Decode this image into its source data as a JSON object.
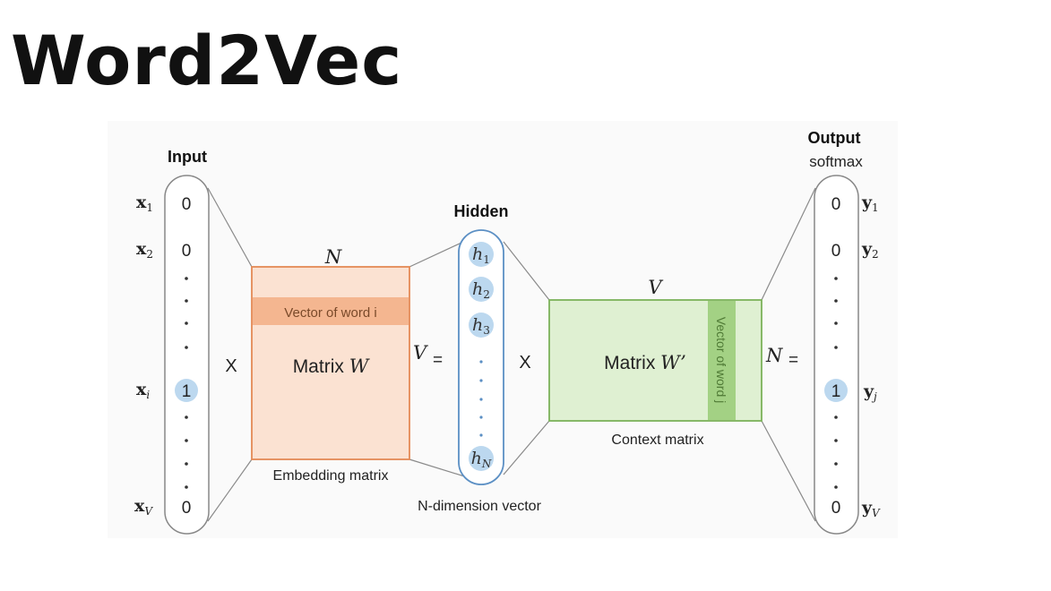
{
  "title": "Word2Vec",
  "input": {
    "heading": "Input",
    "labels": [
      {
        "var": "x",
        "sub": "1"
      },
      {
        "var": "x",
        "sub": "2"
      },
      {
        "var": "x",
        "sub": "i"
      },
      {
        "var": "x",
        "sub": "V"
      }
    ],
    "values": [
      "0",
      "0",
      "1",
      "0"
    ]
  },
  "op_times_1": "X",
  "embedding": {
    "top_dim": "N",
    "side_dim": "V",
    "equals": "=",
    "row_label": "Vector of word i",
    "matrix_text": "Matrix",
    "matrix_var": "W",
    "caption": "Embedding matrix"
  },
  "hidden": {
    "heading": "Hidden",
    "units": [
      {
        "var": "h",
        "sub": "1"
      },
      {
        "var": "h",
        "sub": "2"
      },
      {
        "var": "h",
        "sub": "3"
      },
      {
        "var": "h",
        "sub": "N"
      }
    ],
    "caption": "N-dimension vector"
  },
  "op_times_2": "X",
  "context": {
    "top_dim": "V",
    "side_dim": "N",
    "equals": "=",
    "column_label": "Vector of word j",
    "matrix_text": "Matrix",
    "matrix_var": "W’",
    "caption": "Context matrix"
  },
  "output": {
    "heading": "Output",
    "subheading": "softmax",
    "labels": [
      {
        "var": "y",
        "sub": "1"
      },
      {
        "var": "y",
        "sub": "2"
      },
      {
        "var": "y",
        "sub": "j"
      },
      {
        "var": "y",
        "sub": "V"
      }
    ],
    "values": [
      "0",
      "0",
      "1",
      "0"
    ]
  },
  "colors": {
    "orange_fill": "#fbe2d2",
    "orange_stroke": "#e48a55",
    "orange_band": "#f4b690",
    "green_fill": "#dff0d2",
    "green_stroke": "#7cb25b",
    "green_band": "#a3d184",
    "blue_dot": "#bcd8ef",
    "hidden_stroke": "#5b8fc4",
    "panel_bg": "#fafafa"
  }
}
